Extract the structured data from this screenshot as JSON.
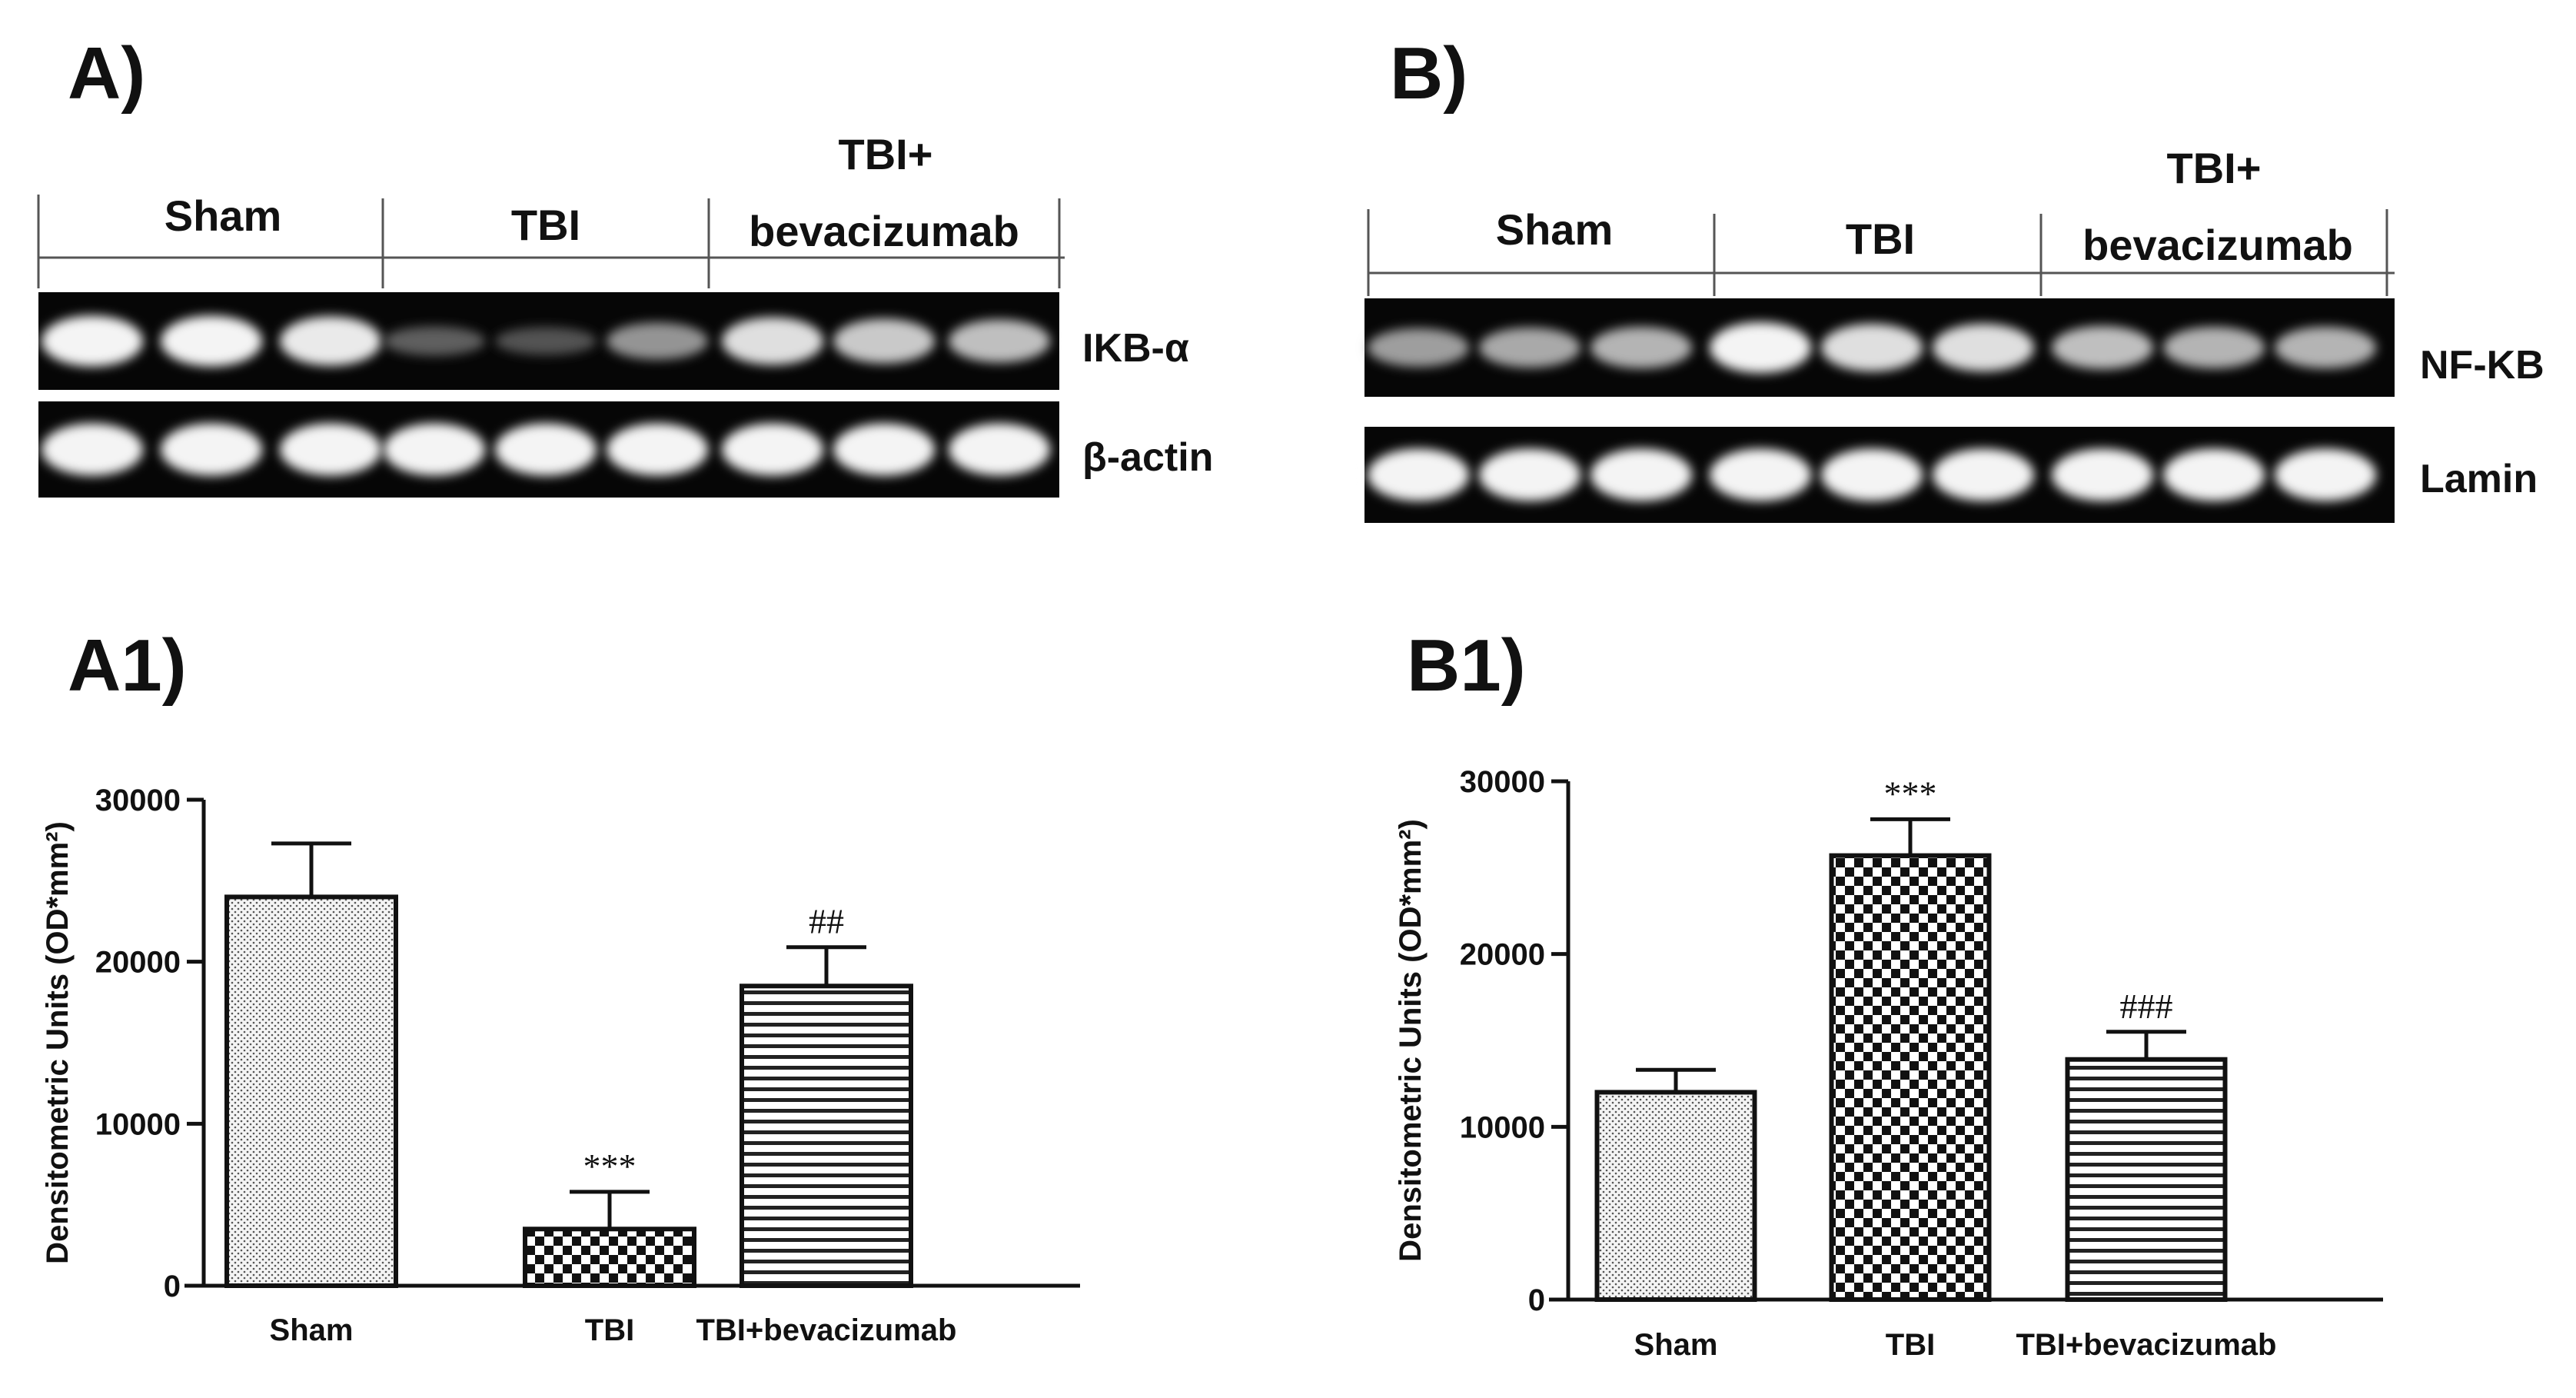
{
  "panels": {
    "A": "A)",
    "B": "B)",
    "A1": "A1)",
    "B1": "B1)"
  },
  "blots": [
    {
      "id": "A",
      "groups": [
        "Sham",
        "TBI",
        "TBI+",
        "bevacizumab"
      ],
      "bands": [
        {
          "label": "IKB-α",
          "intensities": [
            0.95,
            0.95,
            0.9,
            0.25,
            0.2,
            0.5,
            0.85,
            0.75,
            0.7
          ]
        },
        {
          "label": "β-actin",
          "intensities": [
            0.95,
            0.95,
            0.95,
            0.95,
            0.95,
            0.95,
            0.95,
            0.95,
            0.95
          ]
        }
      ]
    },
    {
      "id": "B",
      "groups": [
        "Sham",
        "TBI",
        "TBI+",
        "bevacizumab"
      ],
      "bands": [
        {
          "label": "NF-KB",
          "intensities": [
            0.55,
            0.6,
            0.65,
            0.95,
            0.85,
            0.85,
            0.7,
            0.65,
            0.65
          ]
        },
        {
          "label": "Lamin",
          "intensities": [
            0.95,
            0.95,
            0.95,
            0.95,
            0.95,
            0.95,
            0.95,
            0.95,
            0.95
          ]
        }
      ]
    }
  ],
  "chart_data": [
    {
      "type": "bar",
      "panel": "A1)",
      "categories": [
        "Sham",
        "TBI",
        "TBI+bevacizumab"
      ],
      "values": [
        24000,
        3500,
        18500
      ],
      "errors": [
        3300,
        2300,
        2400
      ],
      "annotations": [
        "",
        "***",
        "##"
      ],
      "patterns": [
        "dots",
        "checker",
        "hlines"
      ],
      "ylabel": "Densitometric Units (OD*mm²)",
      "ylim": [
        0,
        30000
      ],
      "yticks": [
        0,
        10000,
        20000,
        30000
      ],
      "ytick_labels": [
        "0",
        "10000",
        "20000",
        "30000"
      ]
    },
    {
      "type": "bar",
      "panel": "B1)",
      "categories": [
        "Sham",
        "TBI",
        "TBI+bevacizumab"
      ],
      "values": [
        12000,
        25700,
        13900
      ],
      "errors": [
        1300,
        2100,
        1600
      ],
      "annotations": [
        "",
        "***",
        "###"
      ],
      "patterns": [
        "dots",
        "checker",
        "hlines"
      ],
      "ylabel": "Densitometric Units (OD*mm²)",
      "ylim": [
        0,
        30000
      ],
      "yticks": [
        0,
        10000,
        20000,
        30000
      ],
      "ytick_labels": [
        "0",
        "10000",
        "20000",
        "30000"
      ]
    }
  ]
}
